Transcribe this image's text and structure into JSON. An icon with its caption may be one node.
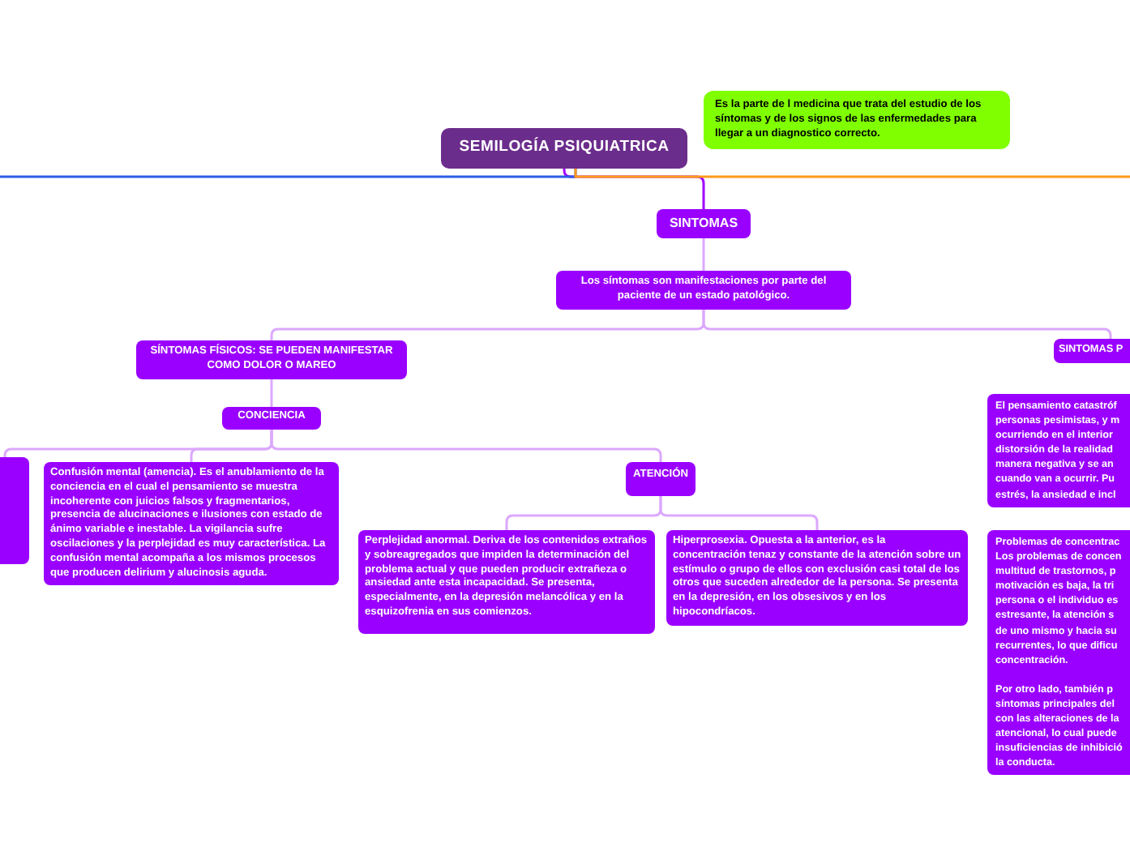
{
  "diagram": {
    "nodes": [
      {
        "text": [
          "SEMILOGÍA PSIQUIATRICA"
        ]
      },
      {
        "text": [
          "Es la parte de l medicina que trata del estudio de los síntomas y de los signos de las enfermedades para llegar a un diagnostico correcto."
        ]
      },
      {
        "text": [
          "SINTOMAS"
        ]
      },
      {
        "text": [
          "Los síntomas son manifestaciones por parte del paciente de un estado patológico."
        ]
      },
      {
        "text": [
          "SÍNTOMAS FÍSICOS: SE PUEDEN MANIFESTAR COMO DOLOR O MAREO"
        ]
      },
      {
        "text": [
          "SINTOMAS P"
        ]
      },
      {
        "text": [
          "CONCIENCIA"
        ]
      },
      {
        "text": [],
        "shape": "box"
      },
      {
        "text": [
          "Confusión mental (amencia). Es el anublamiento de la conciencia en el cual el pensamiento se muestra incoherente con juicios falsos y fragmentarios, presencia de alucinaciones e ilusiones con estado de ánimo variable e inestable. La vigilancia sufre oscilaciones y la perplejidad es muy característica. La confusión mental acompaña a los mismos procesos que producen delirium y alucinosis aguda."
        ]
      },
      {
        "text": [
          "ATENCIÓN"
        ]
      },
      {
        "text": [
          "Perplejidad anormal. Deriva de los contenidos extraños y sobreagregados que impiden la determinación del problema actual y que pueden producir extrañeza o ansiedad ante esta incapacidad. Se presenta, especialmente, en la depresión melancólica y en la esquizofrenia en sus comienzos."
        ]
      },
      {
        "text": [
          "Hiperprosexia. Opuesta a la anterior, es la concentración tenaz y constante de la atención sobre un estímulo o grupo de ellos con exclusión casi total de los otros que suceden alrededor de la persona. Se presenta en la depresión, en los obsesivos y en los hipocondríacos."
        ]
      },
      {
        "text": [
          "El pensamiento catastróf",
          "personas pesimistas, y m",
          "ocurriendo en el interior",
          "distorsión de la realidad",
          "manera negativa y se an",
          "cuando van a ocurrir. Pu",
          "estrés, la ansiedad e incl"
        ]
      },
      {
        "text": [
          "Problemas de concentrac",
          "Los problemas de concen",
          "multitud de trastornos, p",
          "motivación es baja, la tri",
          "persona o el individuo es",
          "estresante, la atención s",
          "de uno mismo y hacia su",
          "recurrentes, lo que dificu",
          "concentración.",
          "Por otro lado, también p",
          "síntomas principales del",
          "con las alteraciones de la",
          "atencional, lo cual puede",
          "insuficiencias de inhibició",
          "la conducta."
        ]
      }
    ],
    "edges": [
      {
        "from": 0,
        "to": 2,
        "arrow": "none",
        "color": "#a000ff"
      },
      {
        "from": 2,
        "to": 3,
        "arrow": "none"
      },
      {
        "from": 3,
        "to": 4,
        "arrow": "none"
      },
      {
        "from": 3,
        "to": 5,
        "arrow": "none"
      },
      {
        "from": 4,
        "to": 6,
        "arrow": "none"
      },
      {
        "from": 6,
        "to": 7,
        "arrow": "none"
      },
      {
        "from": 6,
        "to": 8,
        "arrow": "none"
      },
      {
        "from": 6,
        "to": 9,
        "arrow": "none"
      },
      {
        "from": 9,
        "to": 10,
        "arrow": "none"
      },
      {
        "from": 9,
        "to": 11,
        "arrow": "none"
      },
      {
        "from": null,
        "to": 0,
        "arrow": "none",
        "color": "#2b5ce6"
      },
      {
        "from": 0,
        "to": null,
        "arrow": "none",
        "color": "#ff9a1a"
      }
    ]
  }
}
